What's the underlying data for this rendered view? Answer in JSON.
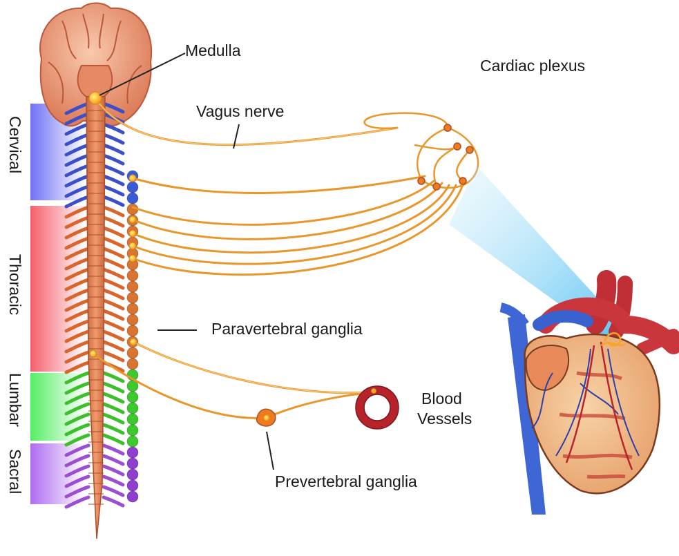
{
  "labels": {
    "medulla": "Medulla",
    "cardiac_plexus": "Cardiac plexus",
    "vagus_nerve": "Vagus nerve",
    "paravertebral_ganglia": "Paravertebral ganglia",
    "blood_vessels_line1": "Blood",
    "blood_vessels_line2": "Vessels",
    "prevertebral_ganglia": "Prevertebral ganglia"
  },
  "regions": {
    "cervical": "Cervical",
    "thoracic": "Thoracic",
    "lumbar": "Lumbar",
    "sacral": "Sacral"
  },
  "colors": {
    "cervical": "#7a7cf5",
    "thoracic": "#f56a74",
    "lumbar": "#5ff06a",
    "sacral": "#b673f2",
    "nerve": "#f5a623",
    "ganglion": "#f07a1e",
    "brain": "#f1a37f",
    "heart_muscle": "#f2b78a",
    "artery": "#c8333a",
    "vein": "#4a6fd6",
    "plexus_beam": "#63c8f2"
  }
}
